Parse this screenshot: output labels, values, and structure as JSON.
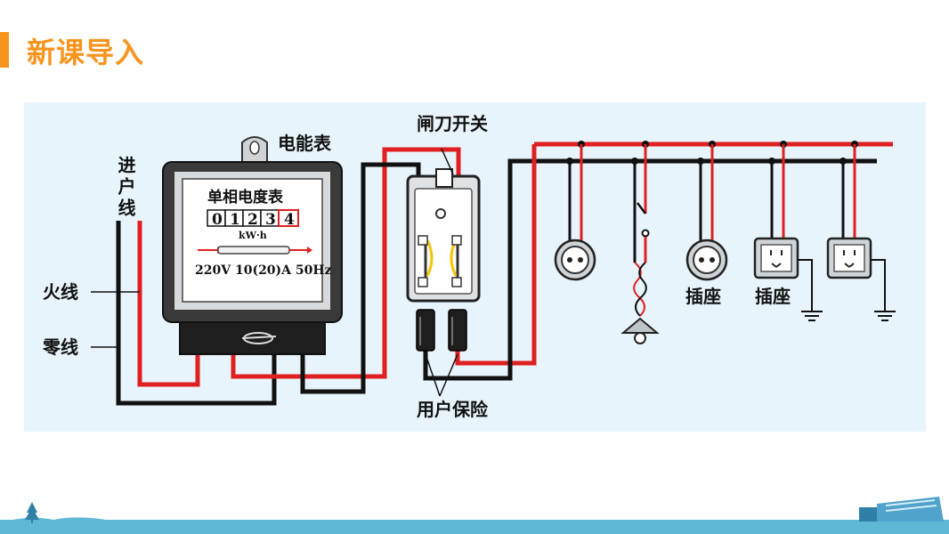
{
  "title": "新课导入",
  "colors": {
    "accent": "#f7941d",
    "live_wire": "#e02020",
    "neutral_wire": "#111111",
    "panel": "#e8f4fb",
    "footer": "#5fb7d6"
  },
  "labels": {
    "incoming_line": "进户线",
    "live_wire": "火线",
    "neutral_wire": "零线",
    "meter": "电能表",
    "knife_switch": "闸刀开关",
    "user_fuse": "用户保险",
    "socket_1": "插座",
    "socket_2": "插座"
  },
  "meter": {
    "name": "单相电度表",
    "digits": [
      "0",
      "1",
      "2",
      "3",
      "4"
    ],
    "unit": "kW·h",
    "rating": "220V 10(20)A 50Hz"
  }
}
